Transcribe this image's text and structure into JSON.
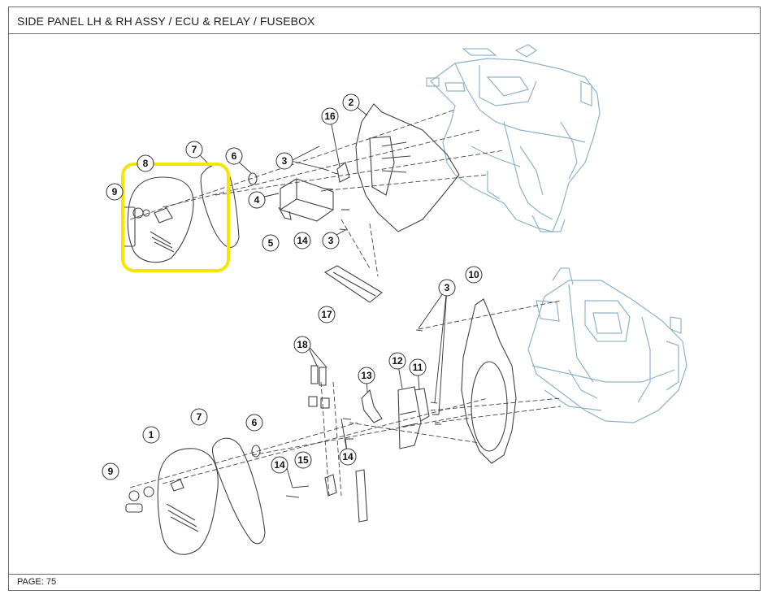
{
  "header": {
    "title": "SIDE PANEL LH & RH ASSY / ECU & RELAY / FUSEBOX"
  },
  "footer": {
    "page": "PAGE: 75"
  },
  "highlight": {
    "color": "#f5e600",
    "target_callout": "8"
  },
  "colors": {
    "frame_line": "#8fb3c9",
    "part_line": "#444444",
    "callout_border": "#333333"
  },
  "callouts": [
    "1",
    "2",
    "3",
    "3",
    "3",
    "4",
    "5",
    "6",
    "6",
    "7",
    "7",
    "8",
    "9",
    "9",
    "10",
    "11",
    "12",
    "13",
    "14",
    "14",
    "14",
    "15",
    "16",
    "17",
    "18"
  ]
}
